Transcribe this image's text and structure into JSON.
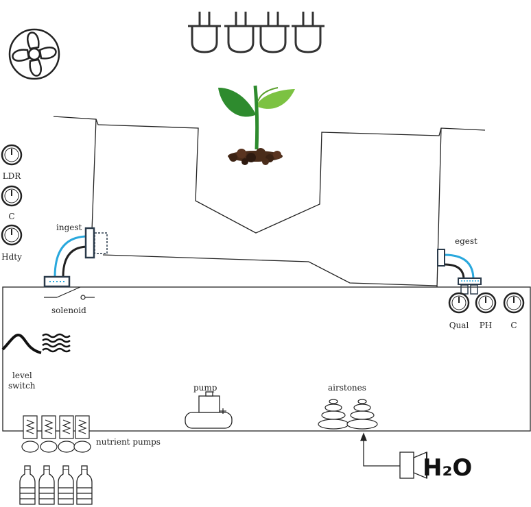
{
  "labels": {
    "ldr": "LDR",
    "temp_left": "C",
    "humidity": "Hdty",
    "ingest": "ingest",
    "egest": "egest",
    "solenoid": "solenoid",
    "level_switch_line1": "level",
    "level_switch_line2": "switch",
    "pump": "pump",
    "airstones": "airstones",
    "nutrient_pumps": "nutrient pumps",
    "quality": "Qual",
    "ph": "PH",
    "temp_right": "C",
    "water": "H₂O"
  },
  "icons": {
    "fan": "fan-icon",
    "lights": "light-bulb-icon",
    "plant": "seedling-icon",
    "gauge": "gauge-icon",
    "bottle": "bottle-icon",
    "waves": "waves-icon"
  },
  "colors": {
    "line": "#222222",
    "pipe": "#29a8dd",
    "leaf_dark": "#2e8b2e",
    "leaf_light": "#7cc242",
    "soil": "#4a2c1a"
  }
}
